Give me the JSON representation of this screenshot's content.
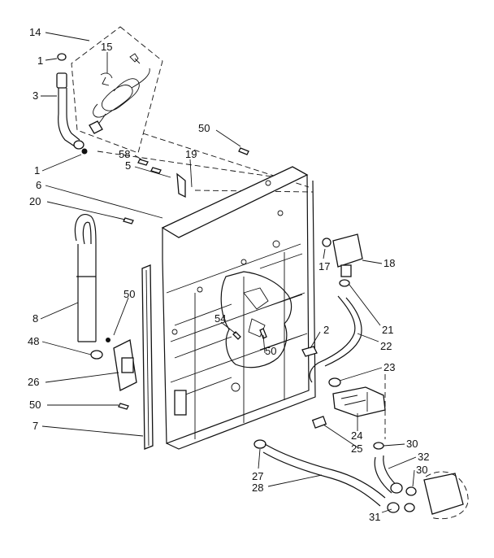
{
  "diagram": {
    "callouts": [
      {
        "id": "c14",
        "text": "14"
      },
      {
        "id": "c15",
        "text": "15"
      },
      {
        "id": "c1a",
        "text": "1"
      },
      {
        "id": "c3",
        "text": "3"
      },
      {
        "id": "c1b",
        "text": "1"
      },
      {
        "id": "c50a",
        "text": "50"
      },
      {
        "id": "c58",
        "text": "58"
      },
      {
        "id": "c19",
        "text": "19"
      },
      {
        "id": "c5",
        "text": "5"
      },
      {
        "id": "c6",
        "text": "6"
      },
      {
        "id": "c20",
        "text": "20"
      },
      {
        "id": "c17",
        "text": "17"
      },
      {
        "id": "c18",
        "text": "18"
      },
      {
        "id": "c50b",
        "text": "50"
      },
      {
        "id": "c8",
        "text": "8"
      },
      {
        "id": "c48",
        "text": "48"
      },
      {
        "id": "c54",
        "text": "54"
      },
      {
        "id": "c2",
        "text": "2"
      },
      {
        "id": "c21",
        "text": "21"
      },
      {
        "id": "c50c",
        "text": "50"
      },
      {
        "id": "c22",
        "text": "22"
      },
      {
        "id": "c26",
        "text": "26"
      },
      {
        "id": "c23",
        "text": "23"
      },
      {
        "id": "c50d",
        "text": "50"
      },
      {
        "id": "c24",
        "text": "24"
      },
      {
        "id": "c7",
        "text": "7"
      },
      {
        "id": "c25",
        "text": "25"
      },
      {
        "id": "c30a",
        "text": "30"
      },
      {
        "id": "c32",
        "text": "32"
      },
      {
        "id": "c30b",
        "text": "30"
      },
      {
        "id": "c27",
        "text": "27"
      },
      {
        "id": "c28",
        "text": "28"
      },
      {
        "id": "c31",
        "text": "31"
      }
    ]
  }
}
